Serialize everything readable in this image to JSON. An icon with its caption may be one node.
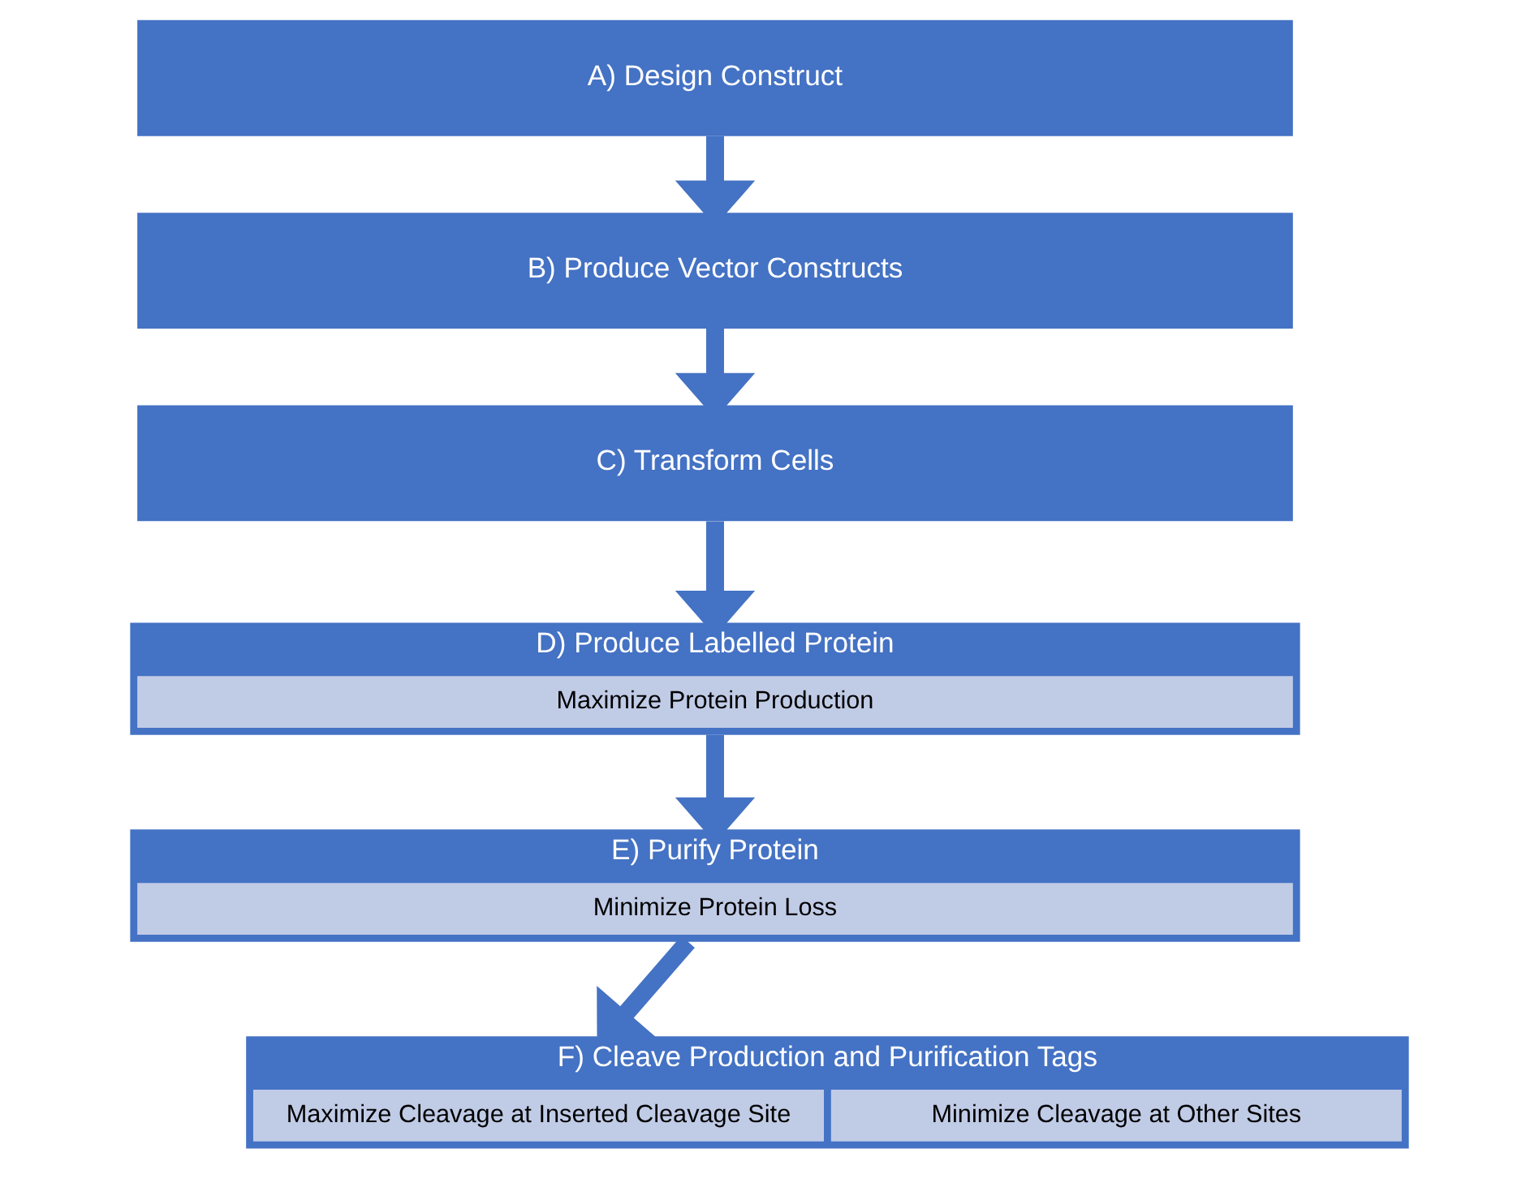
{
  "diagram": {
    "nodes": [
      {
        "text": [
          "A) Design Construct"
        ]
      },
      {
        "text": [
          "B) Produce Vector Constructs"
        ]
      },
      {
        "text": [
          "C) Transform Cells"
        ]
      },
      {
        "text": [
          "D) Produce Labelled Protein"
        ]
      },
      {
        "text": [
          "Maximize Protein Production"
        ],
        "in": 3
      },
      {
        "text": [
          "E) Purify Protein"
        ]
      },
      {
        "text": [
          "Minimize Protein Loss"
        ],
        "in": 5
      },
      {
        "text": [
          "F) Cleave Production and Purification Tags"
        ]
      },
      {
        "text": [
          "Maximize Cleavage at Inserted Cleavage Site"
        ],
        "in": 7
      },
      {
        "text": [
          "Minimize Cleavage at Other Sites"
        ],
        "in": 7
      }
    ],
    "edges": [
      {
        "from": 0,
        "to": 1,
        "arrow": "to"
      },
      {
        "from": 1,
        "to": 2,
        "arrow": "to"
      },
      {
        "from": 2,
        "to": 3,
        "arrow": "to"
      },
      {
        "from": 3,
        "to": 5,
        "arrow": "to"
      },
      {
        "from": 5,
        "to": 7,
        "arrow": "to"
      }
    ]
  }
}
